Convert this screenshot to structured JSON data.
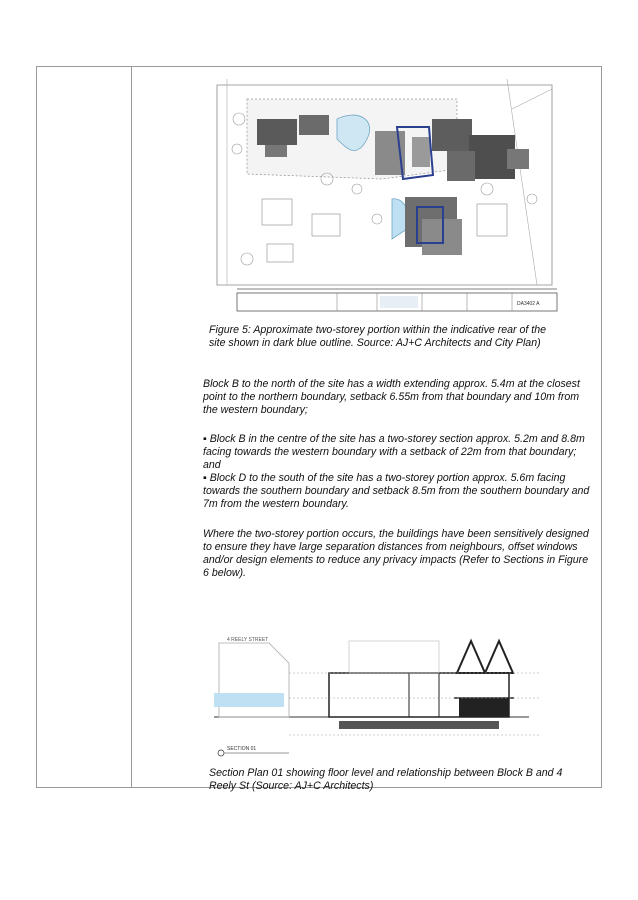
{
  "figure5": {
    "caption": "Figure 5: Approximate two-storey portion within the indicative rear of the site shown in dark blue outline. Source: AJ+C Architects and City Plan)",
    "sheet_number": "DA3402 A"
  },
  "paragraphs": [
    "Block B to the north of the site has a width extending approx. 5.4m at the closest point to the northern boundary, setback 6.55m from that boundary and 10m from the western boundary;",
    "▪ Block B in the centre of the site has a two-storey section approx. 5.2m and 8.8m facing towards the western boundary with a setback of 22m from that boundary; and\n▪ Block D to the south of the site has a two-storey portion approx. 5.6m facing towards the southern boundary and setback 8.5m from the southern boundary and 7m from the western boundary.",
    "Where the two-storey portion occurs, the buildings have been sensitively designed to ensure they have large separation distances from neighbours, offset windows and/or design elements to reduce any privacy impacts (Refer to Sections in Figure 6 below)."
  ],
  "section_figure": {
    "street_label": "4 REELY STREET",
    "section_label": "SECTION 01",
    "caption": "Section Plan 01 showing floor level and relationship between Block B and 4 Reely St (Source: AJ+C Architects)"
  },
  "colors": {
    "outline_blue": "#2b3f8f",
    "pool_blue": "#bfe0f2",
    "border": "#9a9a9a"
  }
}
